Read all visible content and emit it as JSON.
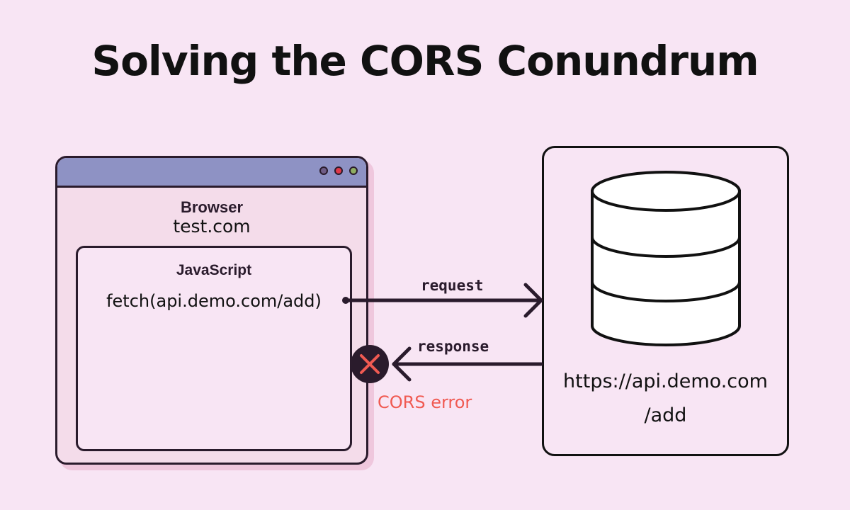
{
  "title": "Solving the CORS Conundrum",
  "browser": {
    "heading": "Browser",
    "origin": "test.com",
    "js_heading": "JavaScript",
    "code": "fetch(api.demo.com/add)",
    "window_dots": [
      "#6f5d86",
      "#e0394a",
      "#8fae63"
    ],
    "titlebar_color": "#8e92c4"
  },
  "arrows": {
    "request_label": "request",
    "response_label": "response"
  },
  "error": {
    "label": "CORS error",
    "color": "#f05a52",
    "icon": "x-icon"
  },
  "server": {
    "icon": "database-icon",
    "url_line1": "https://api.demo.com",
    "url_line2": "/add"
  }
}
